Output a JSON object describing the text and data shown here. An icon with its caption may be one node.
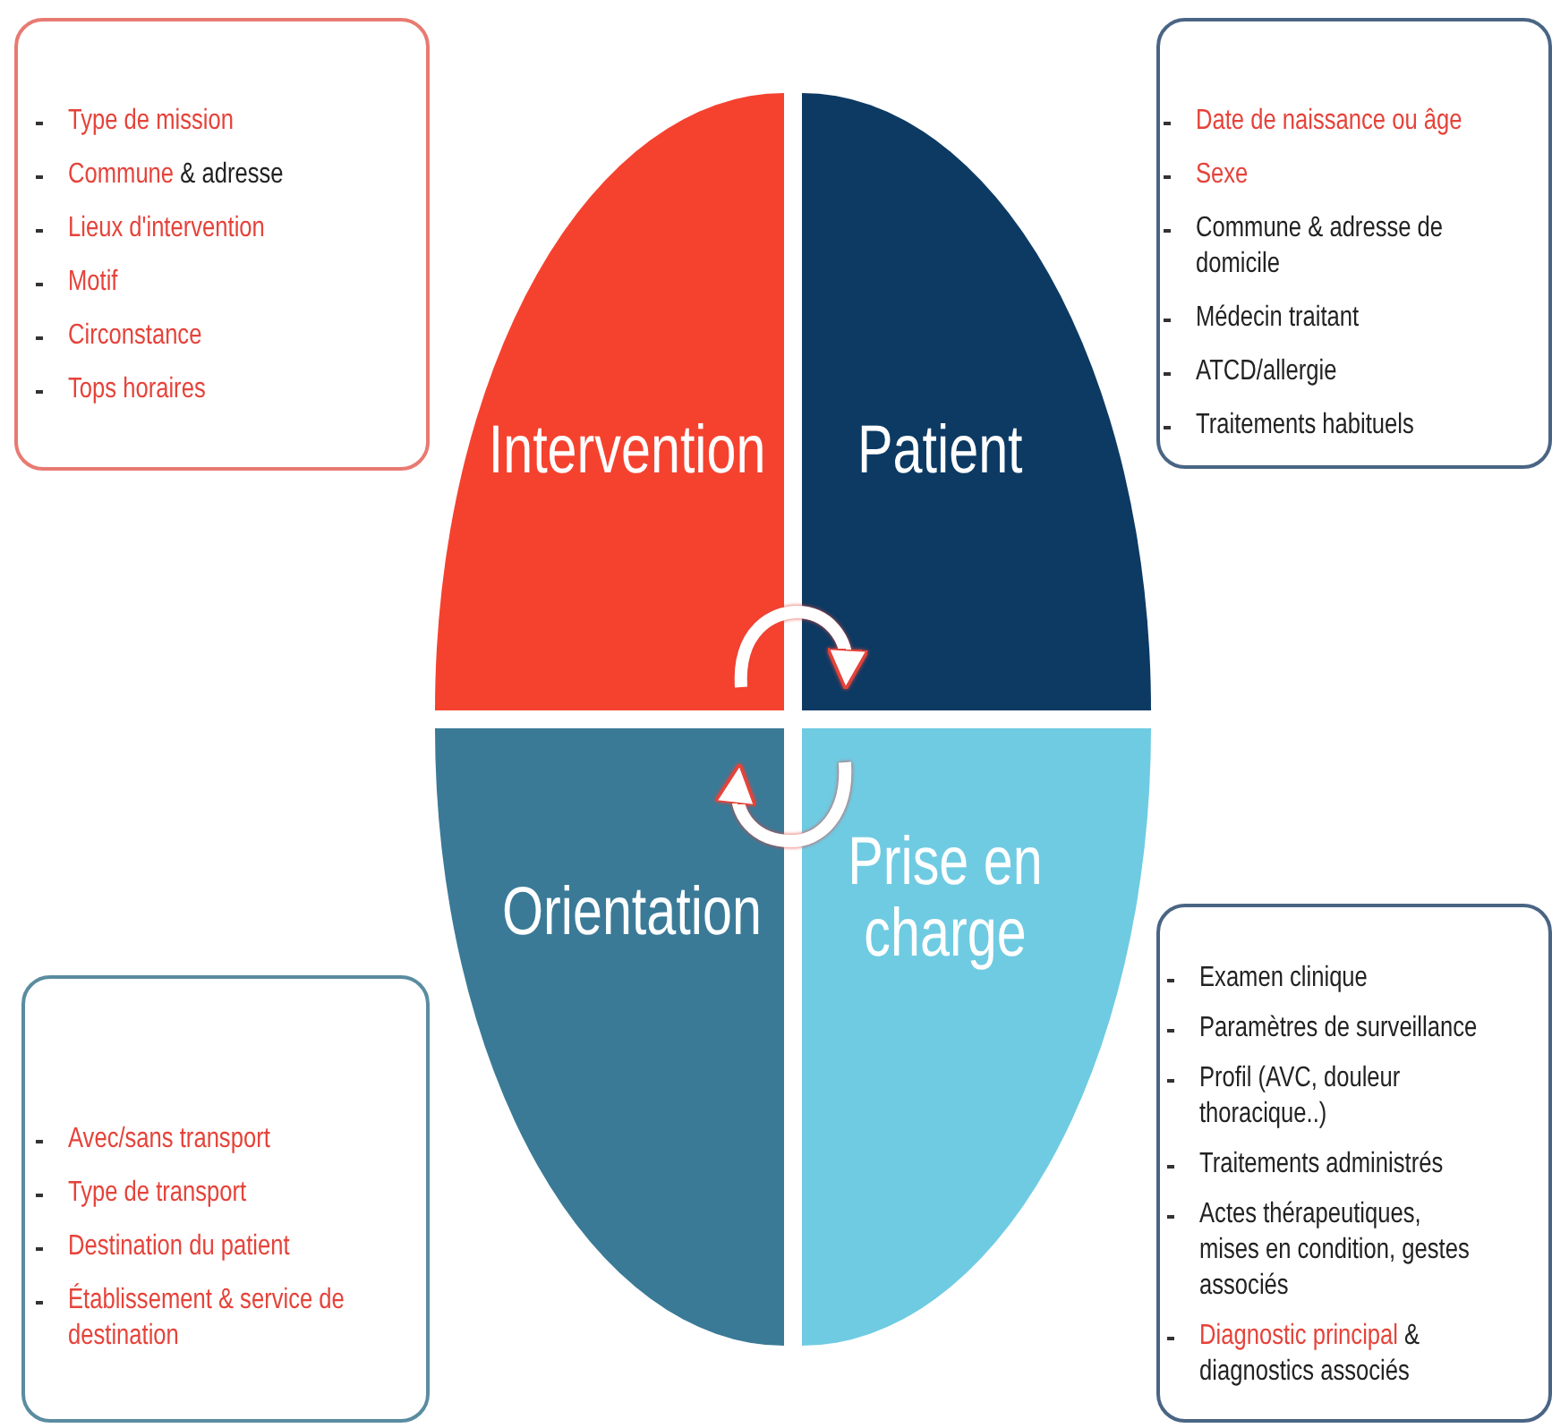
{
  "diagram": {
    "nodes": [
      {
        "text": [
          "Type de mission",
          "Commune & adresse",
          "Lieux d'intervention",
          "Motif",
          "Circonstance",
          "Tops horaires"
        ]
      },
      {
        "text": [
          "Date de naissance ou âge",
          "Sexe",
          "Commune & adresse de domicile",
          "Médecin traitant",
          "ATCD/allergie",
          "Traitements habituels"
        ]
      },
      {
        "text": [
          "Intervention"
        ]
      },
      {
        "text": [
          "Patient"
        ]
      },
      {
        "text": [
          "Orientation"
        ]
      },
      {
        "text": [
          "Prise en charge"
        ]
      },
      {
        "text": [
          "Avec/sans transport",
          "Type de transport",
          "Destination du patient",
          "Établissement & service de destination"
        ]
      },
      {
        "text": [
          "Examen clinique",
          "Paramètres de surveillance",
          "Profil (AVC, douleur thoracique..)",
          "Traitements administrés",
          "Actes thérapeutiques, mises en condition, gestes associés",
          "Diagnostic principal & diagnostics associés"
        ]
      }
    ],
    "edges": [
      {
        "from": 2,
        "to": 3,
        "arrow": "to"
      },
      {
        "from": 5,
        "to": 4,
        "arrow": "to"
      }
    ]
  }
}
